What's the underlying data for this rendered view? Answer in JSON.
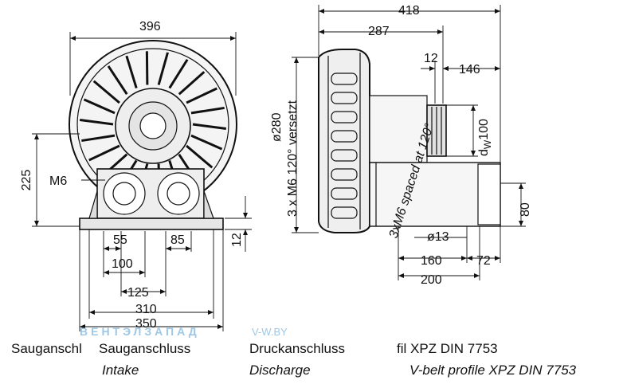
{
  "dimensions": {
    "front_width": "396",
    "height_225": "225",
    "thread_m6": "M6",
    "d55": "55",
    "d85": "85",
    "d100": "100",
    "d12_front": "12",
    "d125": "125",
    "d310": "310",
    "d350": "350",
    "side_418": "418",
    "side_287": "287",
    "side_12": "12",
    "side_146": "146",
    "dia280": "ø280",
    "bolt_de": "3 x M6 120° versetzt",
    "bolt_en": "3xM6 spaced at 120°",
    "dw100": "d",
    "dw100_sub": "W",
    "dw100_val": "100",
    "side_80": "80",
    "dia13": "ø13",
    "side_160": "160",
    "side_72": "72",
    "side_200": "200"
  },
  "captions": {
    "col1_de": "Sauganschl",
    "col2_de": "Sauganschluss",
    "col2_en": "Intake",
    "col3_de": "Druckanschluss",
    "col3_en": "Discharge",
    "col4_de": "fil XPZ DIN 7753",
    "col4_en": "V-belt profile XPZ DIN 7753"
  },
  "watermark": {
    "brand": "ВЕНТЭЛЗАПАД",
    "domain": "V-W.BY",
    "color": "#9ec7e6"
  }
}
